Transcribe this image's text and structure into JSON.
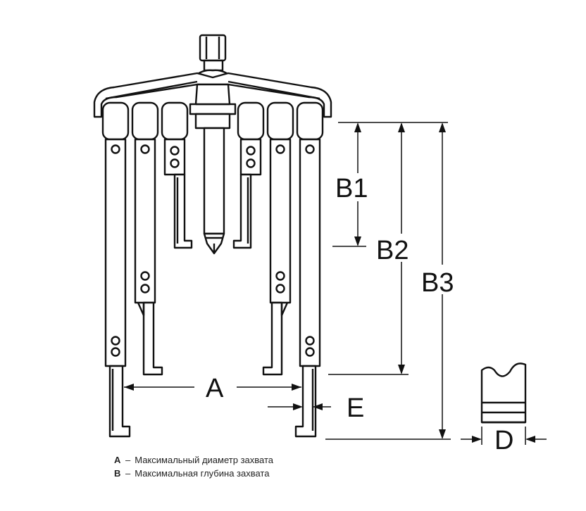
{
  "labels": {
    "a": "A",
    "b1": "B1",
    "b2": "B2",
    "b3": "B3",
    "d": "D",
    "e": "E"
  },
  "legend": [
    {
      "key": "A",
      "sep": "–",
      "text": "Максимальный диаметр захвата"
    },
    {
      "key": "B",
      "sep": "–",
      "text": "Максимальная глубина захвата"
    }
  ],
  "colors": {
    "line": "#111111",
    "background": "#ffffff"
  }
}
